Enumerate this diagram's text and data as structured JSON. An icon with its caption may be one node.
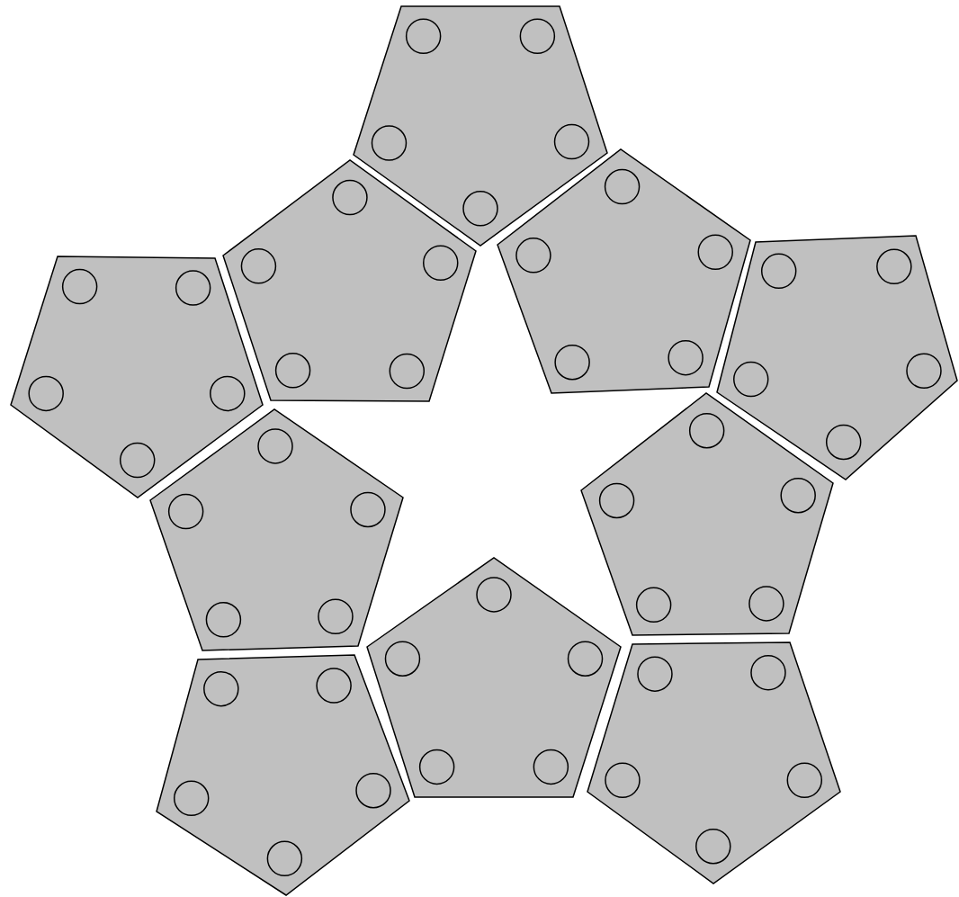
{
  "diagram": {
    "nodes": [
      {
        "text": [],
        "shape": "pentagon"
      },
      {
        "text": [],
        "shape": "pentagon"
      },
      {
        "text": [],
        "shape": "pentagon"
      },
      {
        "text": [],
        "shape": "pentagon"
      },
      {
        "text": [],
        "shape": "pentagon"
      },
      {
        "text": [],
        "shape": "pentagon"
      },
      {
        "text": [],
        "shape": "pentagon"
      },
      {
        "text": [],
        "shape": "pentagon"
      },
      {
        "text": [],
        "shape": "pentagon"
      },
      {
        "text": [],
        "shape": "pentagon"
      }
    ]
  }
}
